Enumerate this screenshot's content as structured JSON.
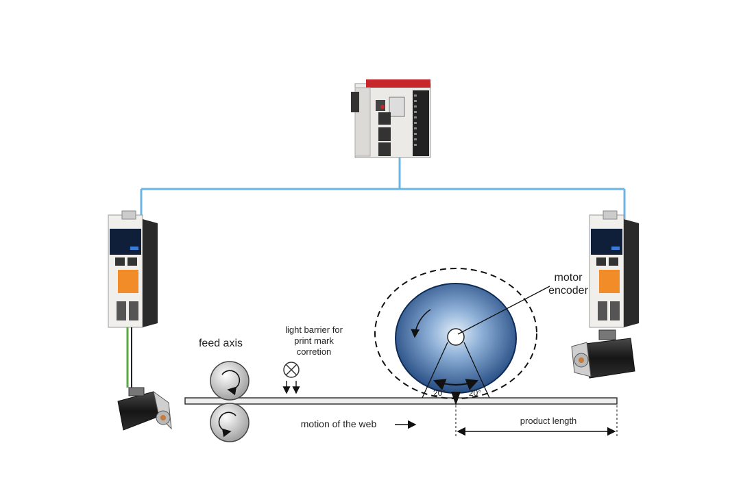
{
  "labels": {
    "feed_axis": "feed axis",
    "light_barrier": [
      "light barrier for",
      "print mark",
      "corretion"
    ],
    "motor_encoder": [
      "motor",
      "encoder"
    ],
    "motion_of_web": "motion of the web",
    "product_length": "product length",
    "angle_left": "20°",
    "angle_right": "20°"
  },
  "colors": {
    "network_line": "#6cb4e4",
    "drum_dark": "#173f78",
    "drum_light": "#e4eef8",
    "plc_accent": "#c7262b",
    "io_orange": "#f28c28",
    "cable_green": "#5aa845"
  },
  "icons": {
    "controller": "plc-controller",
    "drives": "servo-drive",
    "motors": "servo-motor",
    "sensor": "light-barrier-sensor"
  }
}
